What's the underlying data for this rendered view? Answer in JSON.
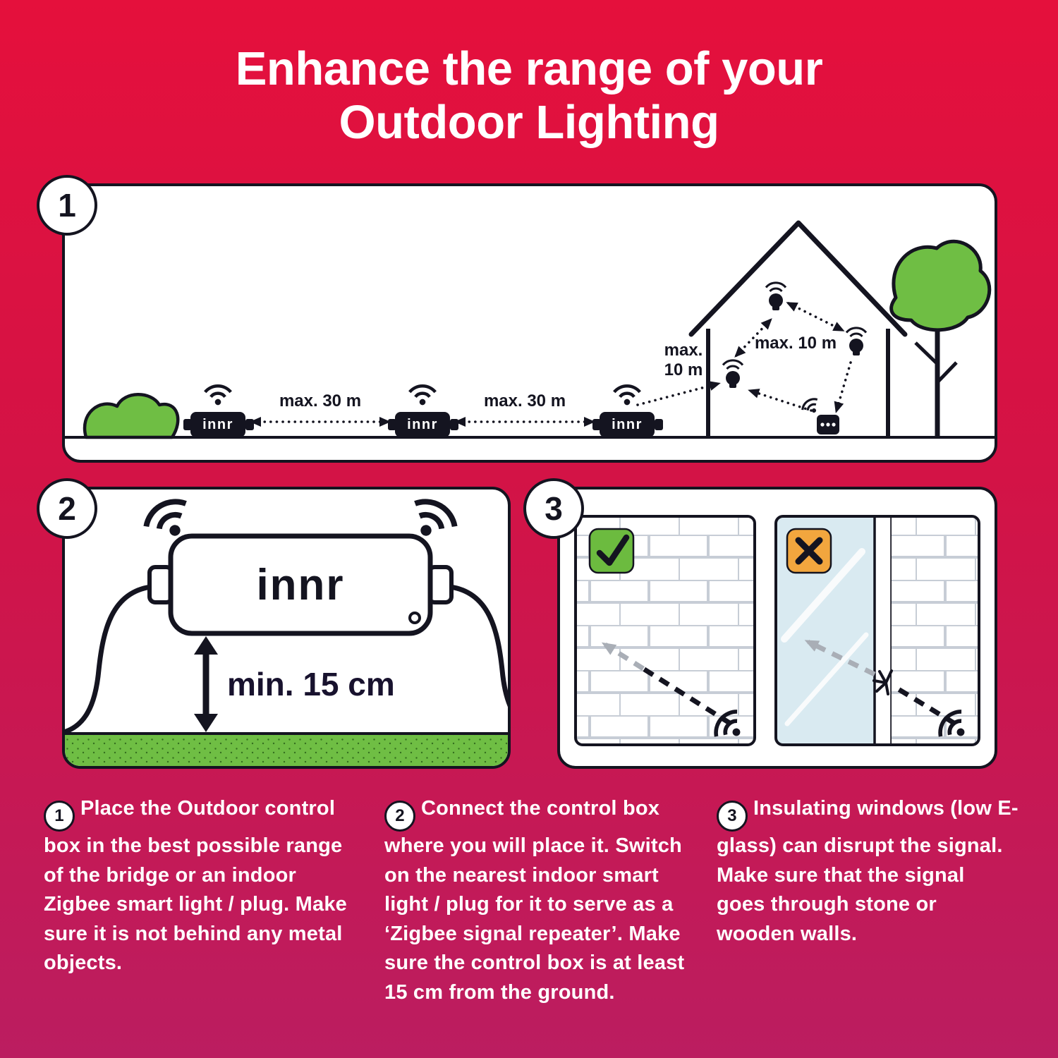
{
  "title": {
    "line1": "Enhance the range of your",
    "line2": "Outdoor Lighting"
  },
  "brand": "innr",
  "panel1": {
    "number": "1",
    "arrow_label_1": "max. 30 m",
    "arrow_label_2": "max. 30 m",
    "house_label_left_line1": "max.",
    "house_label_left_line2": "10 m",
    "house_label_right": "max. 10 m"
  },
  "panel2": {
    "number": "2",
    "clearance_label": "min. 15 cm"
  },
  "panel3": {
    "number": "3"
  },
  "instructions": [
    {
      "number": "1",
      "text": "Place the Outdoor control box in the best possible range of the bridge or an indoor Zigbee smart light / plug. Make sure it is not behind any metal objects."
    },
    {
      "number": "2",
      "text": "Connect the control box where you will place it. Switch on the nearest indoor smart light / plug for it to serve as a ‘Zigbee signal repeater’. Make sure the control box is at least 15 cm from the ground."
    },
    {
      "number": "3",
      "text": "Insulating windows (low E-glass) can disrupt the signal. Make sure that the signal goes through stone or wooden walls."
    }
  ],
  "colors": {
    "background_top": "#E5103C",
    "background_bottom": "#BB1D60",
    "panel_bg": "#FFFFFF",
    "outline": "#141420",
    "green": "#6FBE44",
    "orange": "#F2A63E",
    "ink_dark": "#18122E",
    "mortar_gray": "#C7CDD6",
    "glass_blue": "#D9EAF1"
  }
}
